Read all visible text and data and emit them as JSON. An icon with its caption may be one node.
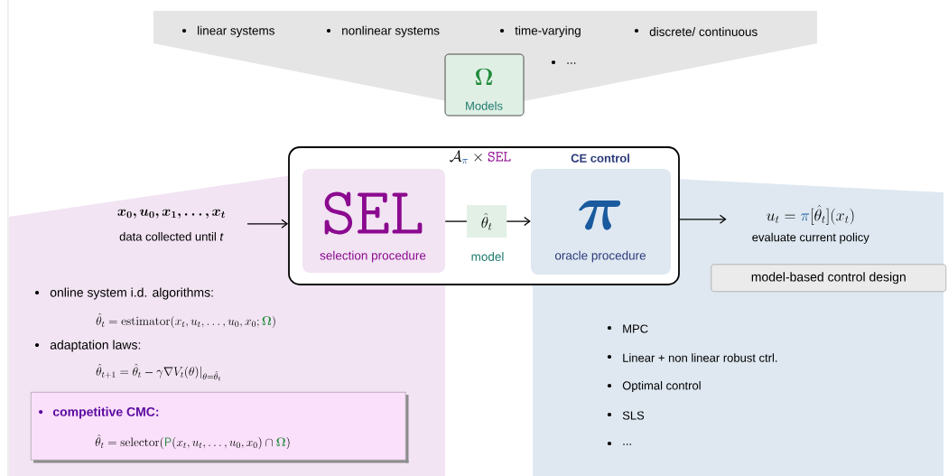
{
  "diagram": {
    "nodes": [
      {
        "text": [
          "linear systems",
          "nonlinear systems",
          "time-varying",
          "discrete/ continuous",
          "..."
        ]
      },
      {
        "text": [
          "\\mathbf{\\Omega}",
          "Models"
        ]
      },
      {
        "text": [
          "\\mathcal{A}_{\\textcolor{pib}{\\pi}}\\times\\textcolor{selc}{\\mathtt{SEL}}"
        ]
      },
      {
        "text": [
          "\\mathtt{SEL}",
          "selection procedure"
        ]
      },
      {
        "text": [
          "\\hat{\\theta}_t"
        ],
        "in": 2
      },
      {
        "text": [
          "\\bm{\\pi}",
          "oracle procedure"
        ]
      },
      {
        "text": [
          "\\bm{x_0,u_0,x_1,\\ldots,x_t}",
          "data collected until *t*"
        ],
        "in": 8
      },
      {
        "text": [
          "u_t=\\textcolor{pib}{\\pi}[\\hat{\\theta}_t](x_t)",
          "evaluate current policy"
        ],
        "in": 10
      },
      {
        "text": [
          "online system i.d. algorithms:",
          "\\hat{\\theta}_t=\\mathrm{estimator}(x_t,u_t,\\ldots,u_0,x_0;\\textcolor{omg}{\\mathbf{\\Omega}})",
          "adaptation laws:",
          "\\hat{\\theta}_{t+1}=\\hat{\\theta}_t-\\gamma\\nabla V_t(\\theta)|_{\\theta=\\hat{\\theta}_t}"
        ]
      },
      {
        "text": [
          "competitive CMC:",
          "\\hat{\\theta}_t=\\mathrm{selector}(\\textcolor{omg}{\\mathsf{P}}(x_t,u_t,\\ldots,u_0,x_0)\\cap\\textcolor{omg}{\\mathbf{\\Omega}})"
        ],
        "in": 8
      },
      {
        "text": [
          "MPC",
          "Linear + non linear robust ctrl.",
          "Optimal control",
          "SLS",
          "..."
        ]
      },
      {
        "text": [
          "model-based control design"
        ],
        "in": 10
      }
    ],
    "edges": [
      {
        "from": 6,
        "to": 2,
        "arrow": "to"
      },
      {
        "from": 3,
        "to": 4,
        "arrow": "none"
      },
      {
        "from": 4,
        "to": 5,
        "arrow": "to"
      },
      {
        "from": 2,
        "to": 7,
        "arrow": "to"
      }
    ],
    "labels": [
      "CE control",
      "model"
    ]
  }
}
